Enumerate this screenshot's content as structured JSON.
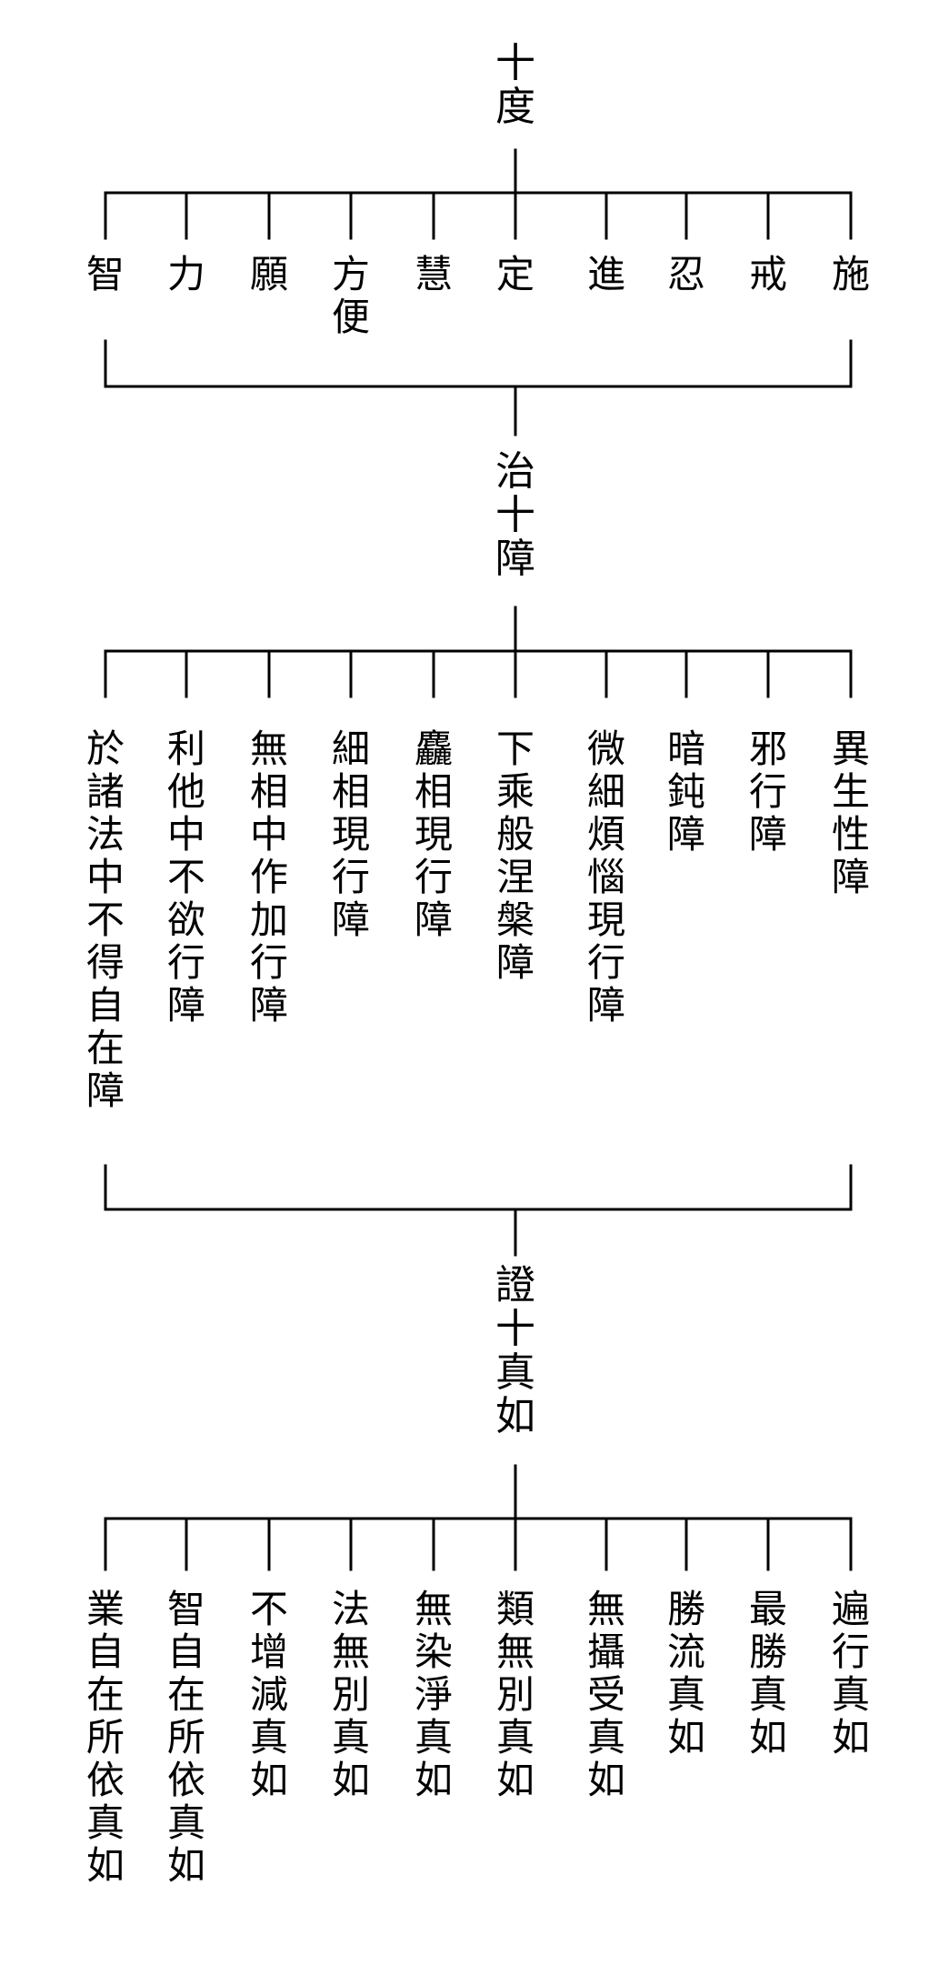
{
  "root": {
    "label": "十度"
  },
  "perfections": [
    {
      "label": "智"
    },
    {
      "label": "力"
    },
    {
      "label": "願"
    },
    {
      "label": "方便"
    },
    {
      "label": "慧"
    },
    {
      "label": "定"
    },
    {
      "label": "進"
    },
    {
      "label": "忍"
    },
    {
      "label": "戒"
    },
    {
      "label": "施"
    }
  ],
  "hub_obstacles": {
    "label": "治十障"
  },
  "obstacles": [
    {
      "label": "於諸法中不得自在障"
    },
    {
      "label": "利他中不欲行障"
    },
    {
      "label": "無相中作加行障"
    },
    {
      "label": "細相現行障"
    },
    {
      "label": "麤相現行障"
    },
    {
      "label": "下乘般涅槃障"
    },
    {
      "label": "微細煩惱現行障"
    },
    {
      "label": "暗鈍障"
    },
    {
      "label": "邪行障"
    },
    {
      "label": "異生性障"
    }
  ],
  "hub_suchness": {
    "label": "證十真如"
  },
  "suchness": [
    {
      "label": "業自在所依真如"
    },
    {
      "label": "智自在所依真如"
    },
    {
      "label": "不增減真如"
    },
    {
      "label": "法無別真如"
    },
    {
      "label": "無染淨真如"
    },
    {
      "label": "類無別真如"
    },
    {
      "label": "無攝受真如"
    },
    {
      "label": "勝流真如"
    },
    {
      "label": "最勝真如"
    },
    {
      "label": "遍行真如"
    }
  ]
}
